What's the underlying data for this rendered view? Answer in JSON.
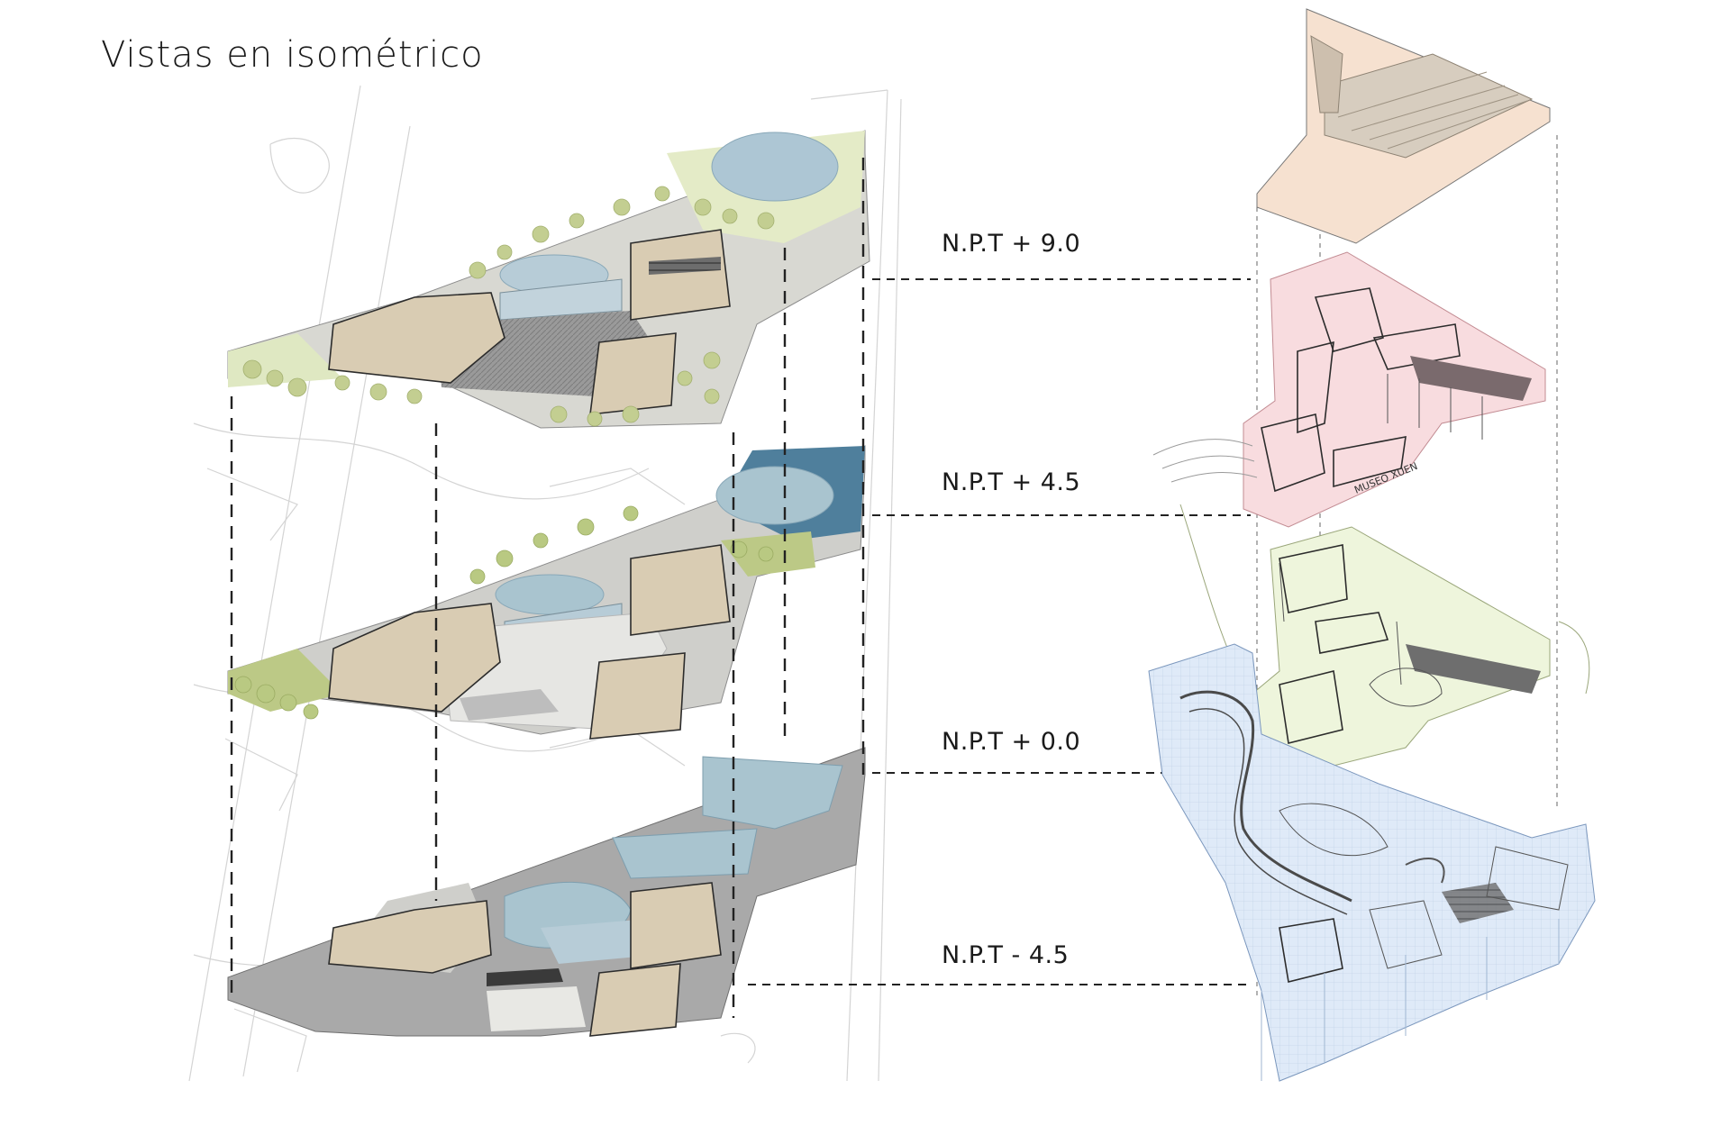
{
  "title": "Vistas en isométrico",
  "levels": [
    {
      "label": "N.P.T + 9.0"
    },
    {
      "label": "N.P.T + 4.5"
    },
    {
      "label": "N.P.T + 0.0"
    },
    {
      "label": "N.P.T - 4.5"
    }
  ],
  "signage": "MUSEO XUEN",
  "colors": {
    "roof_level": "#f6e1d0",
    "upper_level": "#f8dcdf",
    "middle_level": "#eef5dc",
    "lower_level": "#dfeaf8",
    "terrain": "#a9a9a9",
    "water": "#a9c4cf",
    "deep_water": "#4f7f9c",
    "vegetation": "#bcc986",
    "building": "#d9ccb3"
  }
}
